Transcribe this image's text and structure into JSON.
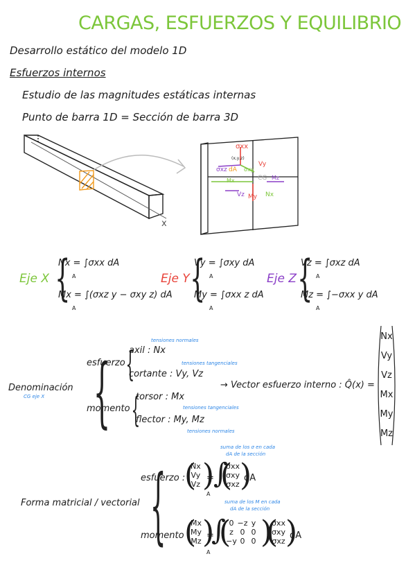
{
  "title": "CARGAS, ESFUERZOS Y EQUILIBRIO",
  "subtitle": "Desarrollo estático del modelo 1D",
  "section": "Esfuerzos internos",
  "study_line": "Estudio de las magnitudes estáticas internas",
  "point_line": "Punto de barra 1D = Sección de barra 3D",
  "diagram": {
    "axis_x": "x",
    "labels": {
      "sxx_top": "σxx",
      "xyz": "(x,y,z)",
      "sxz_left": "σxz",
      "dA": "dA",
      "sxy": "σxy",
      "vy": "Vy",
      "mx": "Mx",
      "cg": "CG",
      "mz": "Mz",
      "vz": "Vz",
      "hy": "My",
      "nx": "Nx"
    }
  },
  "axes": {
    "x": {
      "label": "Eje X",
      "eq1_lhs": "Nx =",
      "eq1_rhs": "σxx dA",
      "eq2_lhs": "Mx =",
      "eq2_rhs": "(σxz y − σxy z) dA",
      "sub": "A"
    },
    "y": {
      "label": "Eje Y",
      "eq1_lhs": "Vy =",
      "eq1_rhs": "σxy dA",
      "eq2_lhs": "My =",
      "eq2_rhs": "σxx z dA",
      "sub": "A"
    },
    "z": {
      "label": "Eje Z",
      "eq1_lhs": "Vz =",
      "eq1_rhs": "σxz dA",
      "eq2_lhs": "Mz =",
      "eq2_rhs": "−σxx y dA",
      "sub": "A"
    }
  },
  "denominacion": {
    "label": "Denominación",
    "note_cg": "CG eje X",
    "esfuerzo": "esfuerzo",
    "axil": "axil : Nx",
    "axil_note": "tensiones normales",
    "cortante": "cortante : Vy, Vz",
    "cortante_note": "tensiones tangenciales",
    "momento": "momento",
    "torsor": "torsor : Mx",
    "torsor_note": "tensiones tangenciales",
    "flector": "flector : My, Mz",
    "flector_note": "tensiones normales",
    "vector_label": "Vector esfuerzo interno :  Q̂(x) =",
    "vector": [
      "Nx",
      "Vy",
      "Vz",
      "Mx",
      "My",
      "Mz"
    ]
  },
  "forma": {
    "label": "Forma matricial / vectorial",
    "esfuerzo_label": "esfuerzo :",
    "esfuerzo_vec": [
      "Nx",
      "Vy",
      "Vz"
    ],
    "sigma_vec": [
      "σxx",
      "σxy",
      "σxz"
    ],
    "esfuerzo_note1": "suma de los σ en cada",
    "esfuerzo_note2": "dA de la sección",
    "momento_label": "momento :",
    "momento_vec": [
      "Mx",
      "My",
      "Mz"
    ],
    "matrix": [
      [
        "0",
        "−z",
        "y"
      ],
      [
        "z",
        "0",
        "0"
      ],
      [
        "−y",
        "0",
        "0"
      ]
    ],
    "momento_note1": "suma de los M en cada",
    "momento_note2": "dA de la sección",
    "dA": "dA",
    "eq": "=",
    "sub": "A"
  },
  "colors": {
    "green": "#7cc63a",
    "red": "#e8433a",
    "purple": "#8b3fc7",
    "orange": "#f19a1c",
    "blue": "#2d86e6"
  }
}
